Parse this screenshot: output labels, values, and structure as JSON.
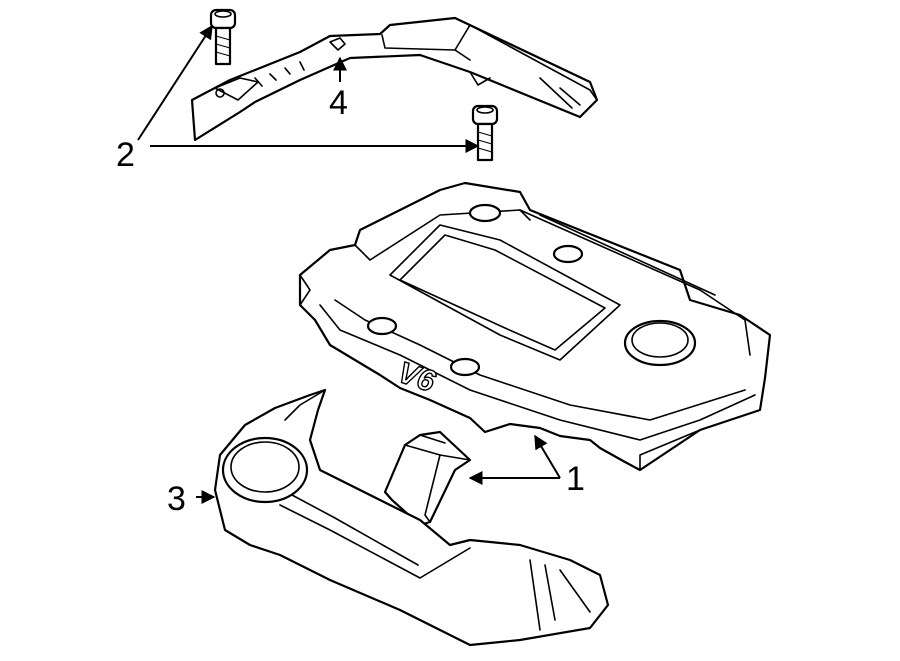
{
  "callouts": {
    "one": "1",
    "two": "2",
    "three": "3",
    "four": "4"
  },
  "cover_emblem": "V6"
}
